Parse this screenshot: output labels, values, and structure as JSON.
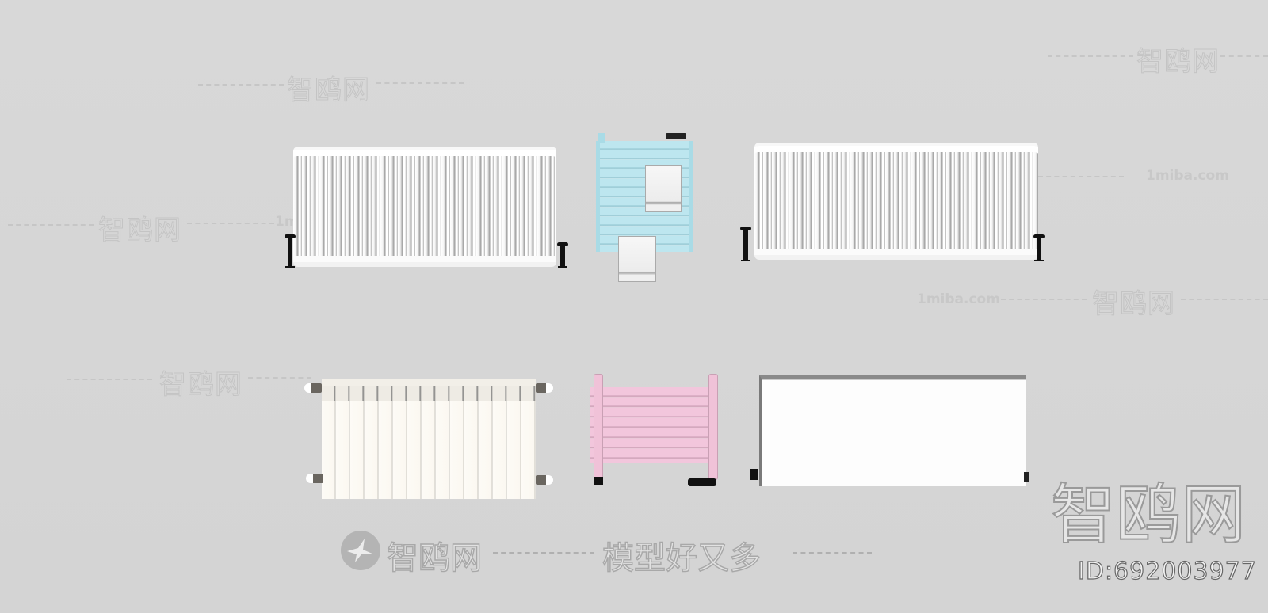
{
  "scene": {
    "background_color": "#d6d6d6",
    "description": "3D model preview of six radiators on grey background"
  },
  "models": [
    {
      "name": "column-radiator-white-1",
      "label": "White column radiator with black valves",
      "color": "#ffffff"
    },
    {
      "name": "towel-radiator-blue",
      "label": "Light blue towel radiator with two towels",
      "color": "#bde6ef"
    },
    {
      "name": "column-radiator-white-2",
      "label": "White column radiator with black valves",
      "color": "#ffffff"
    },
    {
      "name": "aluminium-radiator-cream",
      "label": "Cream sectional aluminium radiator",
      "color": "#fdfbf6"
    },
    {
      "name": "towel-radiator-pink",
      "label": "Pink tube radiator",
      "color": "#f2c6dc"
    },
    {
      "name": "panel-radiator-white",
      "label": "White flat panel radiator",
      "color": "#fdfdfd"
    }
  ],
  "watermarks": {
    "brand": "智鸥网",
    "site": "1miba.com",
    "slogan_brand": "智鸥网",
    "slogan_dashes": "------",
    "slogan_text": "模型好又多",
    "slogan_tail": "----",
    "big_brand": "智鸥网",
    "id_label": "ID:692003977"
  }
}
